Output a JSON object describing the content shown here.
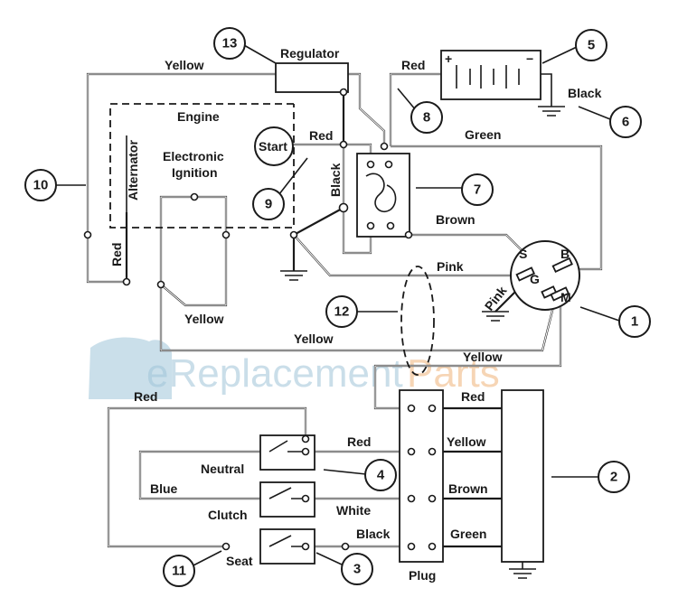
{
  "watermark": {
    "text_a": "eReplacement",
    "text_b": "Parts"
  },
  "components": {
    "regulator": "Regulator",
    "engine": "Engine",
    "alternator": "Alternator",
    "electronic_ignition_1": "Electronic",
    "electronic_ignition_2": "Ignition",
    "start": "Start",
    "neutral": "Neutral",
    "clutch": "Clutch",
    "seat": "Seat",
    "plug": "Plug",
    "battery_plus": "+",
    "battery_minus": "−",
    "term_s": "S",
    "term_b": "B",
    "term_g": "G",
    "term_m": "M"
  },
  "wires": {
    "yellow_top": "Yellow",
    "red_battery": "Red",
    "black_battery": "Black",
    "red_start": "Red",
    "green": "Green",
    "black_vert": "Black",
    "brown_switch": "Brown",
    "pink": "Pink",
    "pink_ground": "Pink",
    "red_alt": "Red",
    "yellow_ign": "Yellow",
    "yellow_mid": "Yellow",
    "yellow_m": "Yellow",
    "red_left": "Red",
    "red_plug": "Red",
    "red_neutral": "Red",
    "yellow_plug": "Yellow",
    "blue": "Blue",
    "white": "White",
    "brown_plug": "Brown",
    "black_seat": "Black",
    "green_plug": "Green"
  },
  "callouts": [
    "1",
    "2",
    "3",
    "4",
    "5",
    "6",
    "7",
    "8",
    "9",
    "10",
    "11",
    "12",
    "13"
  ]
}
